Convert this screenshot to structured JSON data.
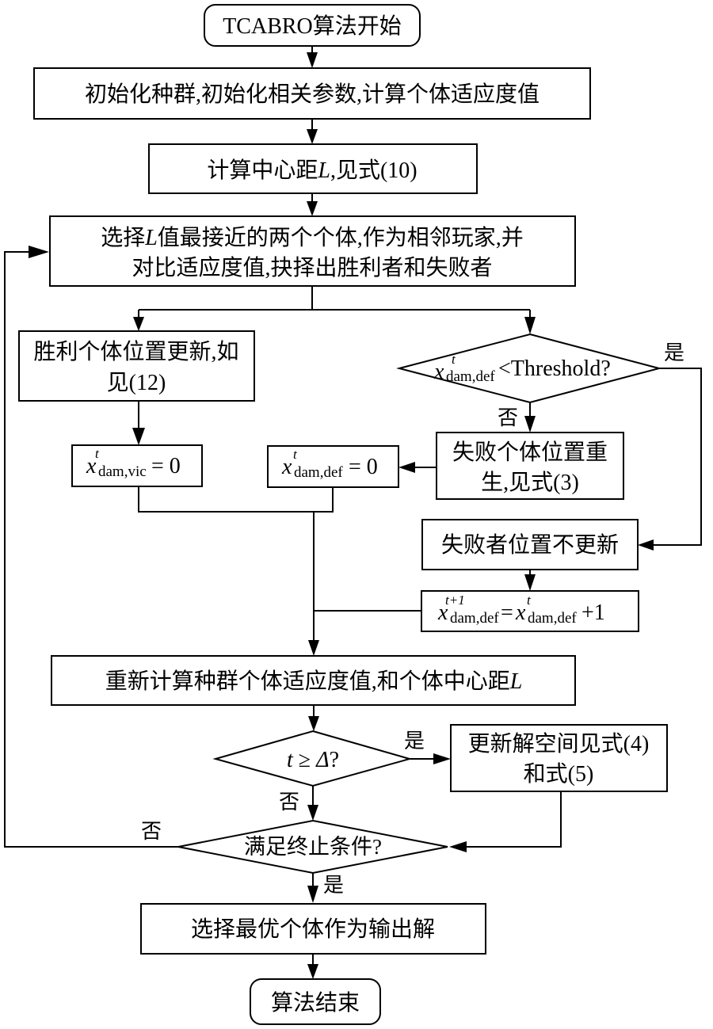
{
  "flowchart": {
    "start": "TCABRO算法开始",
    "init": "初始化种群,初始化相关参数,计算个体适应度值",
    "center_distance": {
      "prefix": "计算中心距",
      "var": "L",
      "suffix": ",见式(10)"
    },
    "select_pair": {
      "line1_prefix": "选择",
      "line1_var": "L",
      "line1_suffix": "值最接近的两个个体,作为相邻玩家,并",
      "line2": "对比适应度值,抉择出胜利者和失败者"
    },
    "winner_update": {
      "line1": "胜利个体位置更新,如",
      "line2": "见(12)"
    },
    "winner_reset": {
      "var": "x",
      "sup": "t",
      "sub": "dam,vic",
      "rhs": "= 0"
    },
    "threshold_check": {
      "var": "x",
      "sup": "t",
      "sub": "dam,def",
      "rhs": "<Threshold?"
    },
    "loser_rebirth": {
      "line1": "失败个体位置重",
      "line2": "生,见式(3)"
    },
    "loser_reset": {
      "var": "x",
      "sup": "t",
      "sub": "dam,def",
      "rhs": "= 0"
    },
    "loser_no_update": "失败者位置不更新",
    "loser_increment": {
      "lhs_var": "x",
      "lhs_sup": "t+1",
      "lhs_sub": "dam,def",
      "eq": "=",
      "rhs_var": "x",
      "rhs_sup": "t",
      "rhs_sub": "dam,def",
      "tail": "+1"
    },
    "recompute": {
      "prefix": "重新计算种群个体适应度值,和个体中心距",
      "var": "L"
    },
    "delta_check": {
      "var": "t",
      "op": "≥",
      "var2": "Δ",
      "tail": "?"
    },
    "update_space": {
      "line1": "更新解空间见式(4)",
      "line2": "和式(5)"
    },
    "termination_check": "满足终止条件?",
    "select_best": "选择最优个体作为输出解",
    "end": "算法结束",
    "labels": {
      "threshold_yes": "是",
      "threshold_no": "否",
      "delta_yes": "是",
      "delta_no": "否",
      "term_no": "否",
      "term_yes": "是"
    }
  }
}
